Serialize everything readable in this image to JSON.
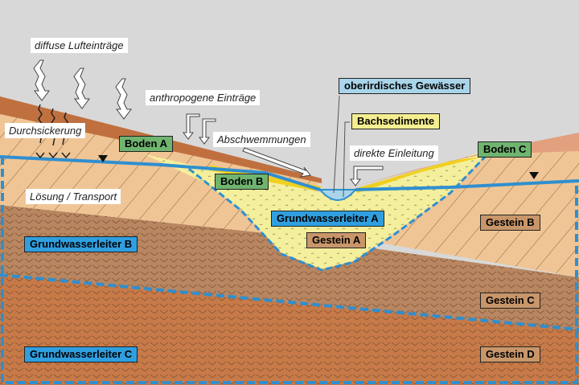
{
  "labels": {
    "diffuse": "diffuse Lufteinträge",
    "anthropogen": "anthropogene Einträge",
    "durchsickerung": "Durchsickerung",
    "abschwemmungen": "Abschwemmungen",
    "direkte": "direkte Einleitung",
    "loesung": "Lösung / Transport",
    "gewaesser": "oberirdisches Gewässer",
    "bachsedimente": "Bachsedimente",
    "boden_a": "Boden A",
    "boden_b": "Boden B",
    "boden_c": "Boden C",
    "gwl_a": "Grundwasserleiter A",
    "gwl_b": "Grundwasserleiter B",
    "gwl_c": "Grundwasserleiter C",
    "gestein_a": "Gestein A",
    "gestein_b": "Gestein B",
    "gestein_c": "Gestein C",
    "gestein_d": "Gestein D"
  },
  "colors": {
    "sky": "#d8d8d8",
    "soil_a": "#c0703f",
    "soil_c": "#e3a07e",
    "tan": "#f0c595",
    "rock_c": "#b88660",
    "rock_d": "#c77a48",
    "sediment": "#f4ef9c",
    "water": "#2f8fcf"
  }
}
